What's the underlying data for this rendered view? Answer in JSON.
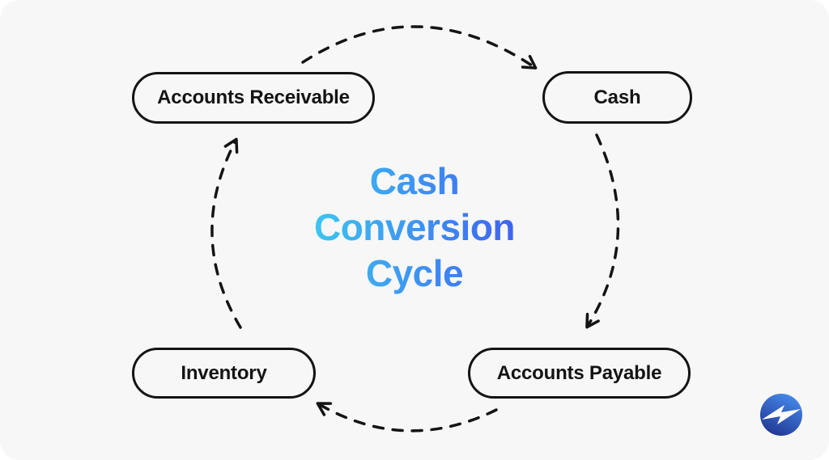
{
  "title": {
    "line1": "Cash",
    "line2": "Conversion",
    "line3": "Cycle"
  },
  "nodes": {
    "top_left": {
      "label": "Accounts Receivable"
    },
    "top_right": {
      "label": "Cash"
    },
    "bottom_right": {
      "label": "Accounts Payable"
    },
    "bottom_left": {
      "label": "Inventory"
    }
  },
  "arrows": [
    {
      "from": "Accounts Receivable",
      "to": "Cash",
      "style": "dashed-arc"
    },
    {
      "from": "Cash",
      "to": "Accounts Payable",
      "style": "dashed-arc"
    },
    {
      "from": "Accounts Payable",
      "to": "Inventory",
      "style": "dashed-arc"
    },
    {
      "from": "Inventory",
      "to": "Accounts Receivable",
      "style": "dashed-arc"
    }
  ],
  "logo": {
    "name": "lightning-bolt-circle-logo"
  },
  "colors": {
    "background": "#f6f7f6",
    "ink": "#141414",
    "title_gradient_start": "#3cc5f1",
    "title_gradient_end": "#3f63f2",
    "logo_blue_light": "#4589ea",
    "logo_blue_dark": "#20348f"
  }
}
